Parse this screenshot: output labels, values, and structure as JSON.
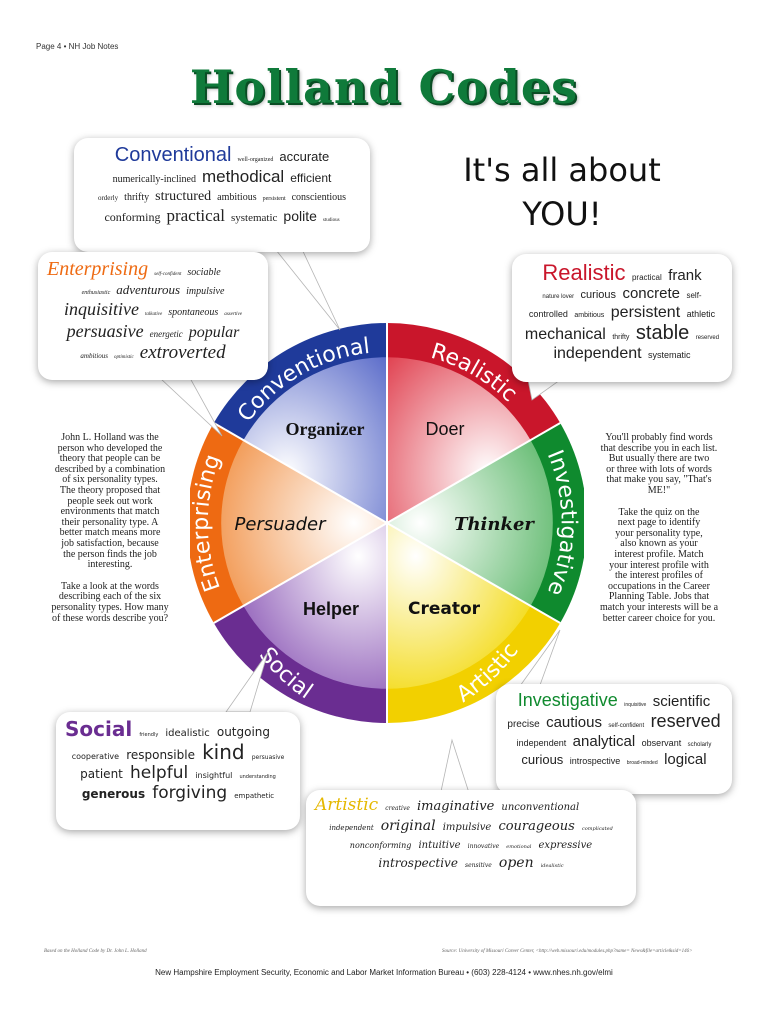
{
  "header": {
    "page_note": "Page 4 • NH Job Notes"
  },
  "title": "Holland Codes",
  "tagline": {
    "line1": "It's all about",
    "line2": "YOU!"
  },
  "wheel": {
    "outer_labels": [
      "Conventional",
      "Realistic",
      "Investigative",
      "Artistic",
      "Social",
      "Enterprising"
    ],
    "inner_labels": [
      "Organizer",
      "Doer",
      "Thinker",
      "Creator",
      "Helper",
      "Persuader"
    ],
    "colors": {
      "conventional": "#1f3a9a",
      "realistic": "#c9162b",
      "investigative": "#0f8a2e",
      "artistic": "#f2d000",
      "social": "#6a2d91",
      "enterprising": "#ee6a12"
    }
  },
  "bubbles": {
    "conventional": {
      "title": "Conventional",
      "line1": [
        "well-organized",
        "accurate"
      ],
      "line2": [
        "numerically-inclined",
        "methodical",
        "efficient"
      ],
      "line3": [
        "orderly",
        "thrifty",
        "structured",
        "ambitious",
        "persistent",
        "conscientious"
      ],
      "line4": [
        "conforming",
        "practical",
        "systematic",
        "polite",
        "studious"
      ]
    },
    "enterprising": {
      "title": "Enterprising",
      "line1": [
        "self-confident",
        "sociable"
      ],
      "line2": [
        "enthusiastic",
        "adventurous",
        "impulsive"
      ],
      "line3": [
        "inquisitive",
        "talkative",
        "spontaneous",
        "assertive"
      ],
      "line4": [
        "persuasive",
        "energetic",
        "popular"
      ],
      "line5": [
        "ambitious",
        "optimistic",
        "extroverted"
      ]
    },
    "realistic": {
      "title": "Realistic",
      "line1": [
        "practical",
        "frank"
      ],
      "line2": [
        "nature lover",
        "curious",
        "concrete",
        "self-"
      ],
      "line3": [
        "controlled",
        "ambitious",
        "persistent",
        "athletic"
      ],
      "line4": [
        "mechanical",
        "thrifty",
        "stable",
        "reserved"
      ],
      "line5": [
        "independent",
        "systematic"
      ]
    },
    "investigative": {
      "title": "Investigative",
      "line1": [
        "inquisitive",
        "scientific"
      ],
      "line2": [
        "precise",
        "cautious",
        "self-confident",
        "reserved"
      ],
      "line3": [
        "independent",
        "analytical",
        "observant",
        "scholarly"
      ],
      "line4": [
        "curious",
        "introspective",
        "broad-minded",
        "logical"
      ]
    },
    "social": {
      "title": "Social",
      "line1": [
        "friendly",
        "idealistic",
        "outgoing"
      ],
      "line2": [
        "cooperative",
        "responsible",
        "kind",
        "persuasive"
      ],
      "line3": [
        "patient",
        "helpful",
        "insightful",
        "understanding"
      ],
      "line4": [
        "generous",
        "forgiving",
        "empathetic"
      ]
    },
    "artistic": {
      "title": "Artistic",
      "line1": [
        "creative",
        "imaginative",
        "unconventional"
      ],
      "line2": [
        "independent",
        "original",
        "impulsive",
        "courageous",
        "complicated"
      ],
      "line3": [
        "nonconforming",
        "intuitive",
        "innovative",
        "emotional",
        "expressive"
      ],
      "line4": [
        "introspective",
        "sensitive",
        "open",
        "idealistic"
      ]
    }
  },
  "left_text": {
    "para1": [
      "John L. Holland was the",
      "person who developed the",
      "theory that people can be",
      "described by a combination",
      "of six personality types.",
      "The theory proposed that",
      "people seek out work",
      "environments that match",
      "their personality type. A",
      "better match means more",
      "job satisfaction, because",
      "the person finds the job",
      "interesting."
    ],
    "para2": [
      "Take a look at the words",
      "describing each of the six",
      "personality types. How many",
      "of these words describe you?"
    ]
  },
  "right_text": {
    "para1": [
      "You'll probably find words",
      "that describe you in each list.",
      "But usually there are two",
      "or three with lots of words",
      "that make you say, \"That's",
      "ME!\""
    ],
    "para2": [
      "Take the quiz on the",
      "next page to identify",
      "your personality type,",
      "also known as your",
      "interest profile. Match",
      "your interest profile with",
      "the interest profiles of",
      "occupations in the Career",
      "Planning Table. Jobs that",
      "match your interests will be a",
      "better career choice for you."
    ]
  },
  "footer": {
    "source_left": "Based on the Holland Code by Dr. John L. Holland",
    "source_right": "Source: University of Missouri Career Center, <http://web.missouri.edu/modules.php?name= News&file=article&sid=146>",
    "org": "New Hampshire Employment Security, Economic and Labor Market Information Bureau • (603) 228-4124 • www.nhes.nh.gov/elmi"
  }
}
